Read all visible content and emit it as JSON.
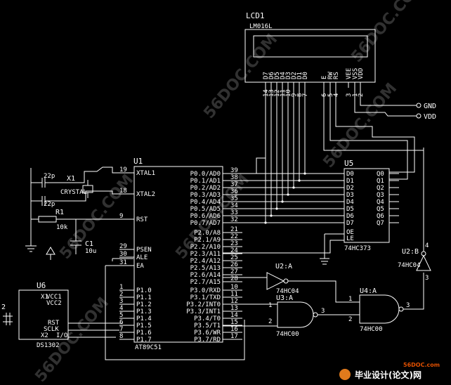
{
  "watermark": "56DOC.COM",
  "lcd": {
    "ref": "LCD1",
    "part": "LM016L",
    "pin_names": [
      "D7",
      "D6",
      "D5",
      "D4",
      "D3",
      "D2",
      "D1",
      "D0",
      "E",
      "RW",
      "RS",
      "VSS",
      "VDD",
      "VEE"
    ],
    "pin_numbers": [
      "14",
      "13",
      "12",
      "11",
      "10",
      "9",
      "8",
      "7",
      "6",
      "5",
      "4",
      "1",
      "2",
      "3"
    ]
  },
  "power": {
    "gnd": "GND",
    "vdd": "VDD"
  },
  "mcu": {
    "ref": "U1",
    "part": "AT89C51",
    "left_pins": [
      {
        "name": "XTAL1",
        "num": "19"
      },
      {
        "name": "XTAL2",
        "num": "18"
      },
      {
        "name": "RST",
        "num": "9"
      },
      {
        "name": "PSEN",
        "num": "29"
      },
      {
        "name": "ALE",
        "num": "30"
      },
      {
        "name": "EA",
        "num": "31"
      },
      {
        "name": "P1.0",
        "num": "1"
      },
      {
        "name": "P1.1",
        "num": "2"
      },
      {
        "name": "P1.2",
        "num": "3"
      },
      {
        "name": "P1.3",
        "num": "4"
      },
      {
        "name": "P1.4",
        "num": "5"
      },
      {
        "name": "P1.5",
        "num": "6"
      },
      {
        "name": "P1.6",
        "num": "7"
      },
      {
        "name": "P1.7",
        "num": "8"
      }
    ],
    "p0_pins": [
      {
        "name": "P0.0/AD0",
        "num": "39"
      },
      {
        "name": "P0.1/AD1",
        "num": "38"
      },
      {
        "name": "P0.2/AD2",
        "num": "37"
      },
      {
        "name": "P0.3/AD3",
        "num": "36"
      },
      {
        "name": "P0.4/AD4",
        "num": "35"
      },
      {
        "name": "P0.5/AD5",
        "num": "34"
      },
      {
        "name": "P0.6/AD6",
        "num": "33"
      },
      {
        "name": "P0.7/AD7",
        "num": "32"
      }
    ],
    "p2_pins": [
      {
        "name": "P2.0/A8",
        "num": "21"
      },
      {
        "name": "P2.1/A9",
        "num": "22"
      },
      {
        "name": "P2.2/A10",
        "num": "23"
      },
      {
        "name": "P2.3/A11",
        "num": "24"
      },
      {
        "name": "P2.4/A12",
        "num": "25"
      },
      {
        "name": "P2.5/A13",
        "num": "26"
      },
      {
        "name": "P2.6/A14",
        "num": "27"
      },
      {
        "name": "P2.7/A15",
        "num": "28"
      }
    ],
    "p3_pins": [
      {
        "name": "P3.0/RXD",
        "num": "10"
      },
      {
        "name": "P3.1/TXD",
        "num": "11"
      },
      {
        "name": "P3.2/INT0",
        "num": "12"
      },
      {
        "name": "P3.3/INT1",
        "num": "13"
      },
      {
        "name": "P3.4/T0",
        "num": "14"
      },
      {
        "name": "P3.5/T1",
        "num": "15"
      },
      {
        "name": "P3.6/WR",
        "num": "16"
      },
      {
        "name": "P3.7/RD",
        "num": "17"
      }
    ]
  },
  "latch": {
    "ref": "U5",
    "part": "74HC373",
    "d_pins": [
      "D0",
      "D1",
      "D2",
      "D3",
      "D4",
      "D5",
      "D6",
      "D7"
    ],
    "q_pins": [
      "Q0",
      "Q1",
      "Q2",
      "Q3",
      "Q4",
      "Q5",
      "Q6",
      "Q7"
    ],
    "oe": "OE",
    "le": "LE"
  },
  "components": {
    "cap1_value": "22p",
    "cap2_value": "22p",
    "crystal_ref": "X1",
    "crystal_label": "CRYSTAL",
    "res_ref": "R1",
    "res_value": "10k",
    "c1_ref": "C1",
    "c1_value": "10u"
  },
  "rtc": {
    "ref": "U6",
    "part": "DS1302",
    "pins": [
      "X1",
      "VCC1",
      "VCC2",
      "RST",
      "SCLK",
      "X2",
      "I/O"
    ],
    "side_label": "2"
  },
  "gates": {
    "u2a_ref": "U2:A",
    "u2a_part": "74HC04",
    "u2b_ref": "U2:B",
    "u2b_part": "74HC04",
    "u3a_ref": "U3:A",
    "u3a_part": "74HC00",
    "u4a_ref": "U4:A",
    "u4a_part": "74HC00",
    "pin1": "1",
    "pin2": "2",
    "pin3": "3",
    "pin4": "4"
  },
  "footer": {
    "site": "56DOC.com",
    "slogan": "毕业设计(论文)网"
  }
}
